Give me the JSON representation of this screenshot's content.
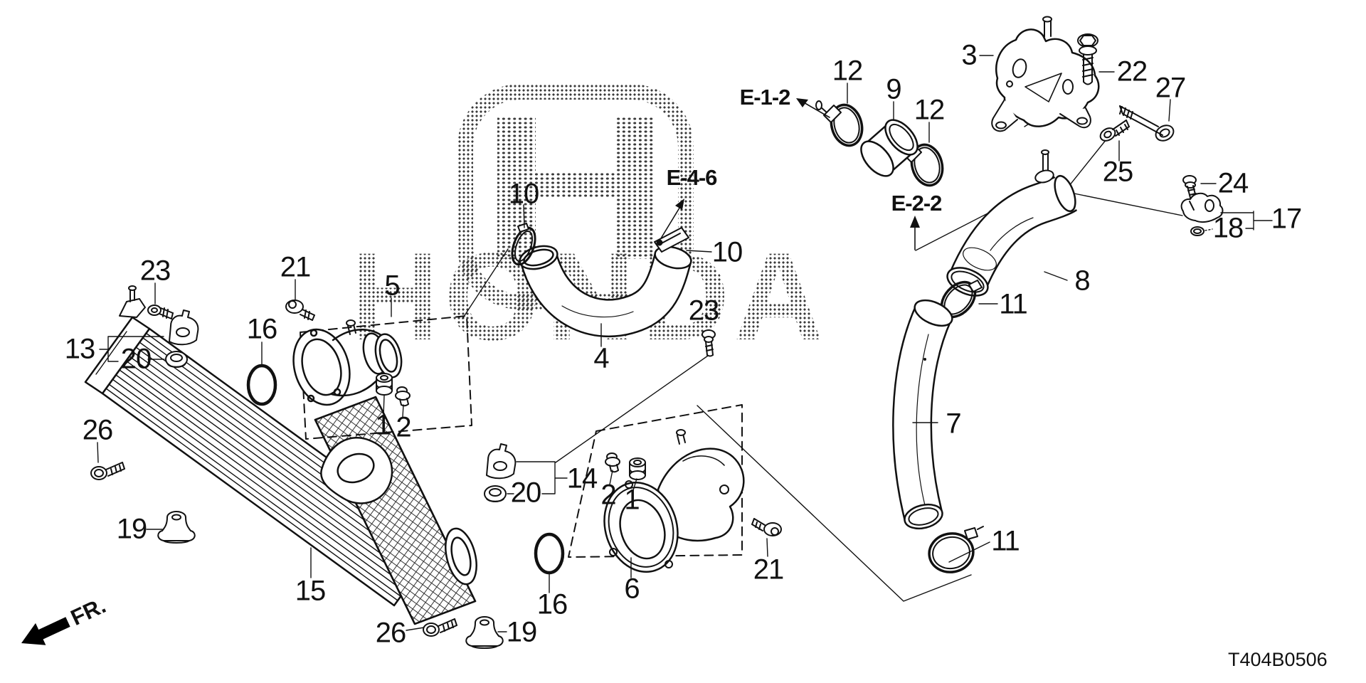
{
  "watermark": {
    "logo_letter": "H",
    "brand": "HONDA"
  },
  "refs": [
    {
      "label": "E-1-2"
    },
    {
      "label": "E-4-6"
    },
    {
      "label": "E-2-2"
    }
  ],
  "callouts": [
    {
      "text": "23"
    },
    {
      "text": "21"
    },
    {
      "text": "5"
    },
    {
      "text": "16"
    },
    {
      "text": "13"
    },
    {
      "text": "20"
    },
    {
      "text": "1"
    },
    {
      "text": "2"
    },
    {
      "text": "26"
    },
    {
      "text": "19"
    },
    {
      "text": "15"
    },
    {
      "text": "26"
    },
    {
      "text": "19"
    },
    {
      "text": "16"
    },
    {
      "text": "4"
    },
    {
      "text": "23"
    },
    {
      "text": "14"
    },
    {
      "text": "20"
    },
    {
      "text": "2"
    },
    {
      "text": "1"
    },
    {
      "text": "6"
    },
    {
      "text": "21"
    },
    {
      "text": "10"
    },
    {
      "text": "10"
    },
    {
      "text": "12"
    },
    {
      "text": "9"
    },
    {
      "text": "12"
    },
    {
      "text": "3"
    },
    {
      "text": "22"
    },
    {
      "text": "27"
    },
    {
      "text": "25"
    },
    {
      "text": "24"
    },
    {
      "text": "17"
    },
    {
      "text": "18"
    },
    {
      "text": "8"
    },
    {
      "text": "11"
    },
    {
      "text": "11"
    },
    {
      "text": "7"
    }
  ],
  "footer": {
    "code": "T404B0506"
  },
  "fr": {
    "label": "FR."
  },
  "colors": {
    "ink": "#111111",
    "paper": "#ffffff"
  }
}
